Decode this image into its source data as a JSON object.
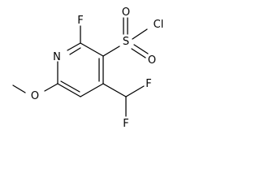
{
  "molecule": {
    "atoms": {
      "ring_nitrogen": "N",
      "ring_fluorine": "F",
      "sulfonyl_oxygen_upper": "O",
      "sulfonyl_oxygen_lower": "O",
      "sulfur": "S",
      "chlorine": "Cl",
      "methoxy_oxygen": "O",
      "difluoromethyl_fluorine_right": "F",
      "difluoromethyl_fluorine_bottom": "F"
    }
  }
}
